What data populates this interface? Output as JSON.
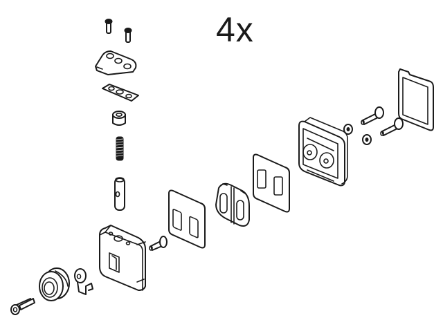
{
  "diagram": {
    "type": "exploded-assembly-view",
    "quantity_label": "4x",
    "line_color": "#1a1a1a",
    "background": "#ffffff",
    "parts": [
      {
        "id": "top-screw-1",
        "label": "small screw"
      },
      {
        "id": "top-screw-2",
        "label": "small screw"
      },
      {
        "id": "mounting-plate",
        "label": "3-hole mounting plate"
      },
      {
        "id": "gasket-plate",
        "label": "3-hole gasket"
      },
      {
        "id": "bushing",
        "label": "bushing"
      },
      {
        "id": "spring",
        "label": "spring"
      },
      {
        "id": "pin",
        "label": "cross-hole pin"
      },
      {
        "id": "housing-block",
        "label": "housing block with square window"
      },
      {
        "id": "bottom-screw",
        "label": "long screw"
      },
      {
        "id": "roller-wheel",
        "label": "grooved roller wheel"
      },
      {
        "id": "clip-bracket",
        "label": "clip bracket"
      },
      {
        "id": "side-screw",
        "label": "short screw"
      },
      {
        "id": "gasket-left",
        "label": "gasket with two slots"
      },
      {
        "id": "clamp-insert",
        "label": "double-slot clamp insert"
      },
      {
        "id": "gasket-right",
        "label": "gasket with two slots"
      },
      {
        "id": "clamp-housing",
        "label": "square clamp housing"
      },
      {
        "id": "washer-1",
        "label": "washer"
      },
      {
        "id": "washer-2",
        "label": "washer"
      },
      {
        "id": "bolt-1",
        "label": "bolt"
      },
      {
        "id": "bolt-2",
        "label": "bolt"
      },
      {
        "id": "cover-cap",
        "label": "square cover cap"
      }
    ]
  }
}
